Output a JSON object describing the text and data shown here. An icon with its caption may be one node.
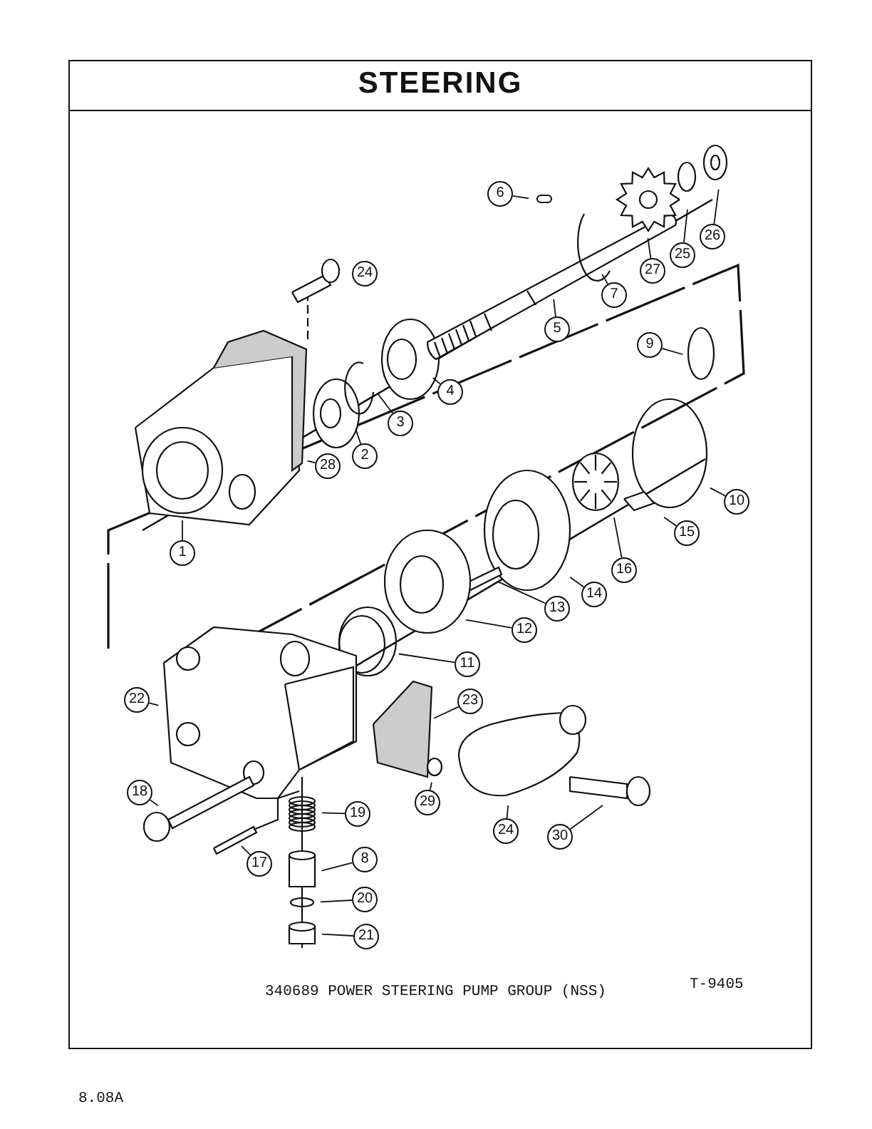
{
  "diagram": {
    "title": "STEERING",
    "caption": "340689 POWER STEERING PUMP GROUP (NSS)",
    "nodes": [
      {
        "text": [
          "6"
        ]
      },
      {
        "text": [
          "26"
        ]
      },
      {
        "text": [
          "24"
        ]
      },
      {
        "text": [
          "25"
        ]
      },
      {
        "text": [
          "27"
        ]
      },
      {
        "text": [
          "7"
        ]
      },
      {
        "text": [
          "5"
        ]
      },
      {
        "text": [
          "9"
        ]
      },
      {
        "text": [
          "4"
        ]
      },
      {
        "text": [
          "3"
        ]
      },
      {
        "text": [
          "2"
        ]
      },
      {
        "text": [
          "28"
        ]
      },
      {
        "text": [
          "10"
        ]
      },
      {
        "text": [
          "15"
        ]
      },
      {
        "text": [
          "1"
        ]
      },
      {
        "text": [
          "16"
        ]
      },
      {
        "text": [
          "14"
        ]
      },
      {
        "text": [
          "13"
        ]
      },
      {
        "text": [
          "12"
        ]
      },
      {
        "text": [
          "11"
        ]
      },
      {
        "text": [
          "22"
        ]
      },
      {
        "text": [
          "23"
        ]
      },
      {
        "text": [
          "18"
        ]
      },
      {
        "text": [
          "29"
        ]
      },
      {
        "text": [
          "19"
        ]
      },
      {
        "text": [
          "24"
        ]
      },
      {
        "text": [
          "30"
        ]
      },
      {
        "text": [
          "17"
        ]
      },
      {
        "text": [
          "8"
        ]
      },
      {
        "text": [
          "20"
        ]
      },
      {
        "text": [
          "21"
        ]
      }
    ],
    "edges": [
      {
        "from": 0,
        "to": null,
        "arrow": "none"
      },
      {
        "from": 1,
        "to": null,
        "arrow": "none"
      },
      {
        "from": 2,
        "to": null,
        "arrow": "none"
      },
      {
        "from": 3,
        "to": null,
        "arrow": "none"
      },
      {
        "from": 4,
        "to": null,
        "arrow": "none"
      },
      {
        "from": 5,
        "to": null,
        "arrow": "none"
      },
      {
        "from": 6,
        "to": null,
        "arrow": "none"
      },
      {
        "from": 7,
        "to": null,
        "arrow": "none"
      },
      {
        "from": 8,
        "to": null,
        "arrow": "none"
      },
      {
        "from": 9,
        "to": null,
        "arrow": "none"
      },
      {
        "from": 10,
        "to": null,
        "arrow": "none"
      },
      {
        "from": 11,
        "to": null,
        "arrow": "none"
      },
      {
        "from": 12,
        "to": null,
        "arrow": "none"
      },
      {
        "from": 13,
        "to": null,
        "arrow": "none"
      },
      {
        "from": 14,
        "to": null,
        "arrow": "none"
      },
      {
        "from": 15,
        "to": null,
        "arrow": "none"
      },
      {
        "from": 16,
        "to": null,
        "arrow": "none"
      },
      {
        "from": 17,
        "to": null,
        "arrow": "none"
      },
      {
        "from": 18,
        "to": null,
        "arrow": "none"
      },
      {
        "from": 19,
        "to": null,
        "arrow": "none"
      },
      {
        "from": 20,
        "to": null,
        "arrow": "none"
      },
      {
        "from": 21,
        "to": null,
        "arrow": "none"
      },
      {
        "from": 22,
        "to": null,
        "arrow": "none"
      },
      {
        "from": 23,
        "to": null,
        "arrow": "none"
      },
      {
        "from": 24,
        "to": null,
        "arrow": "none"
      },
      {
        "from": 25,
        "to": null,
        "arrow": "none"
      },
      {
        "from": 26,
        "to": null,
        "arrow": "none"
      },
      {
        "from": 27,
        "to": null,
        "arrow": "none"
      },
      {
        "from": 28,
        "to": null,
        "arrow": "none"
      },
      {
        "from": 29,
        "to": null,
        "arrow": "none"
      },
      {
        "from": 30,
        "to": null,
        "arrow": "none"
      }
    ],
    "labels": [
      "T-9405",
      "8.08A"
    ]
  }
}
